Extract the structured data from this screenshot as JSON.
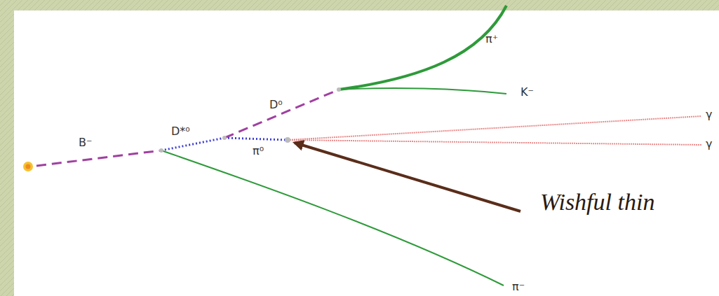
{
  "diagram": {
    "labels": [
      "B⁻",
      "D*⁰",
      "D⁰",
      "π⁰",
      "π⁺",
      "K⁻",
      "γ",
      "γ",
      "π⁻",
      "Wishful thin"
    ]
  }
}
